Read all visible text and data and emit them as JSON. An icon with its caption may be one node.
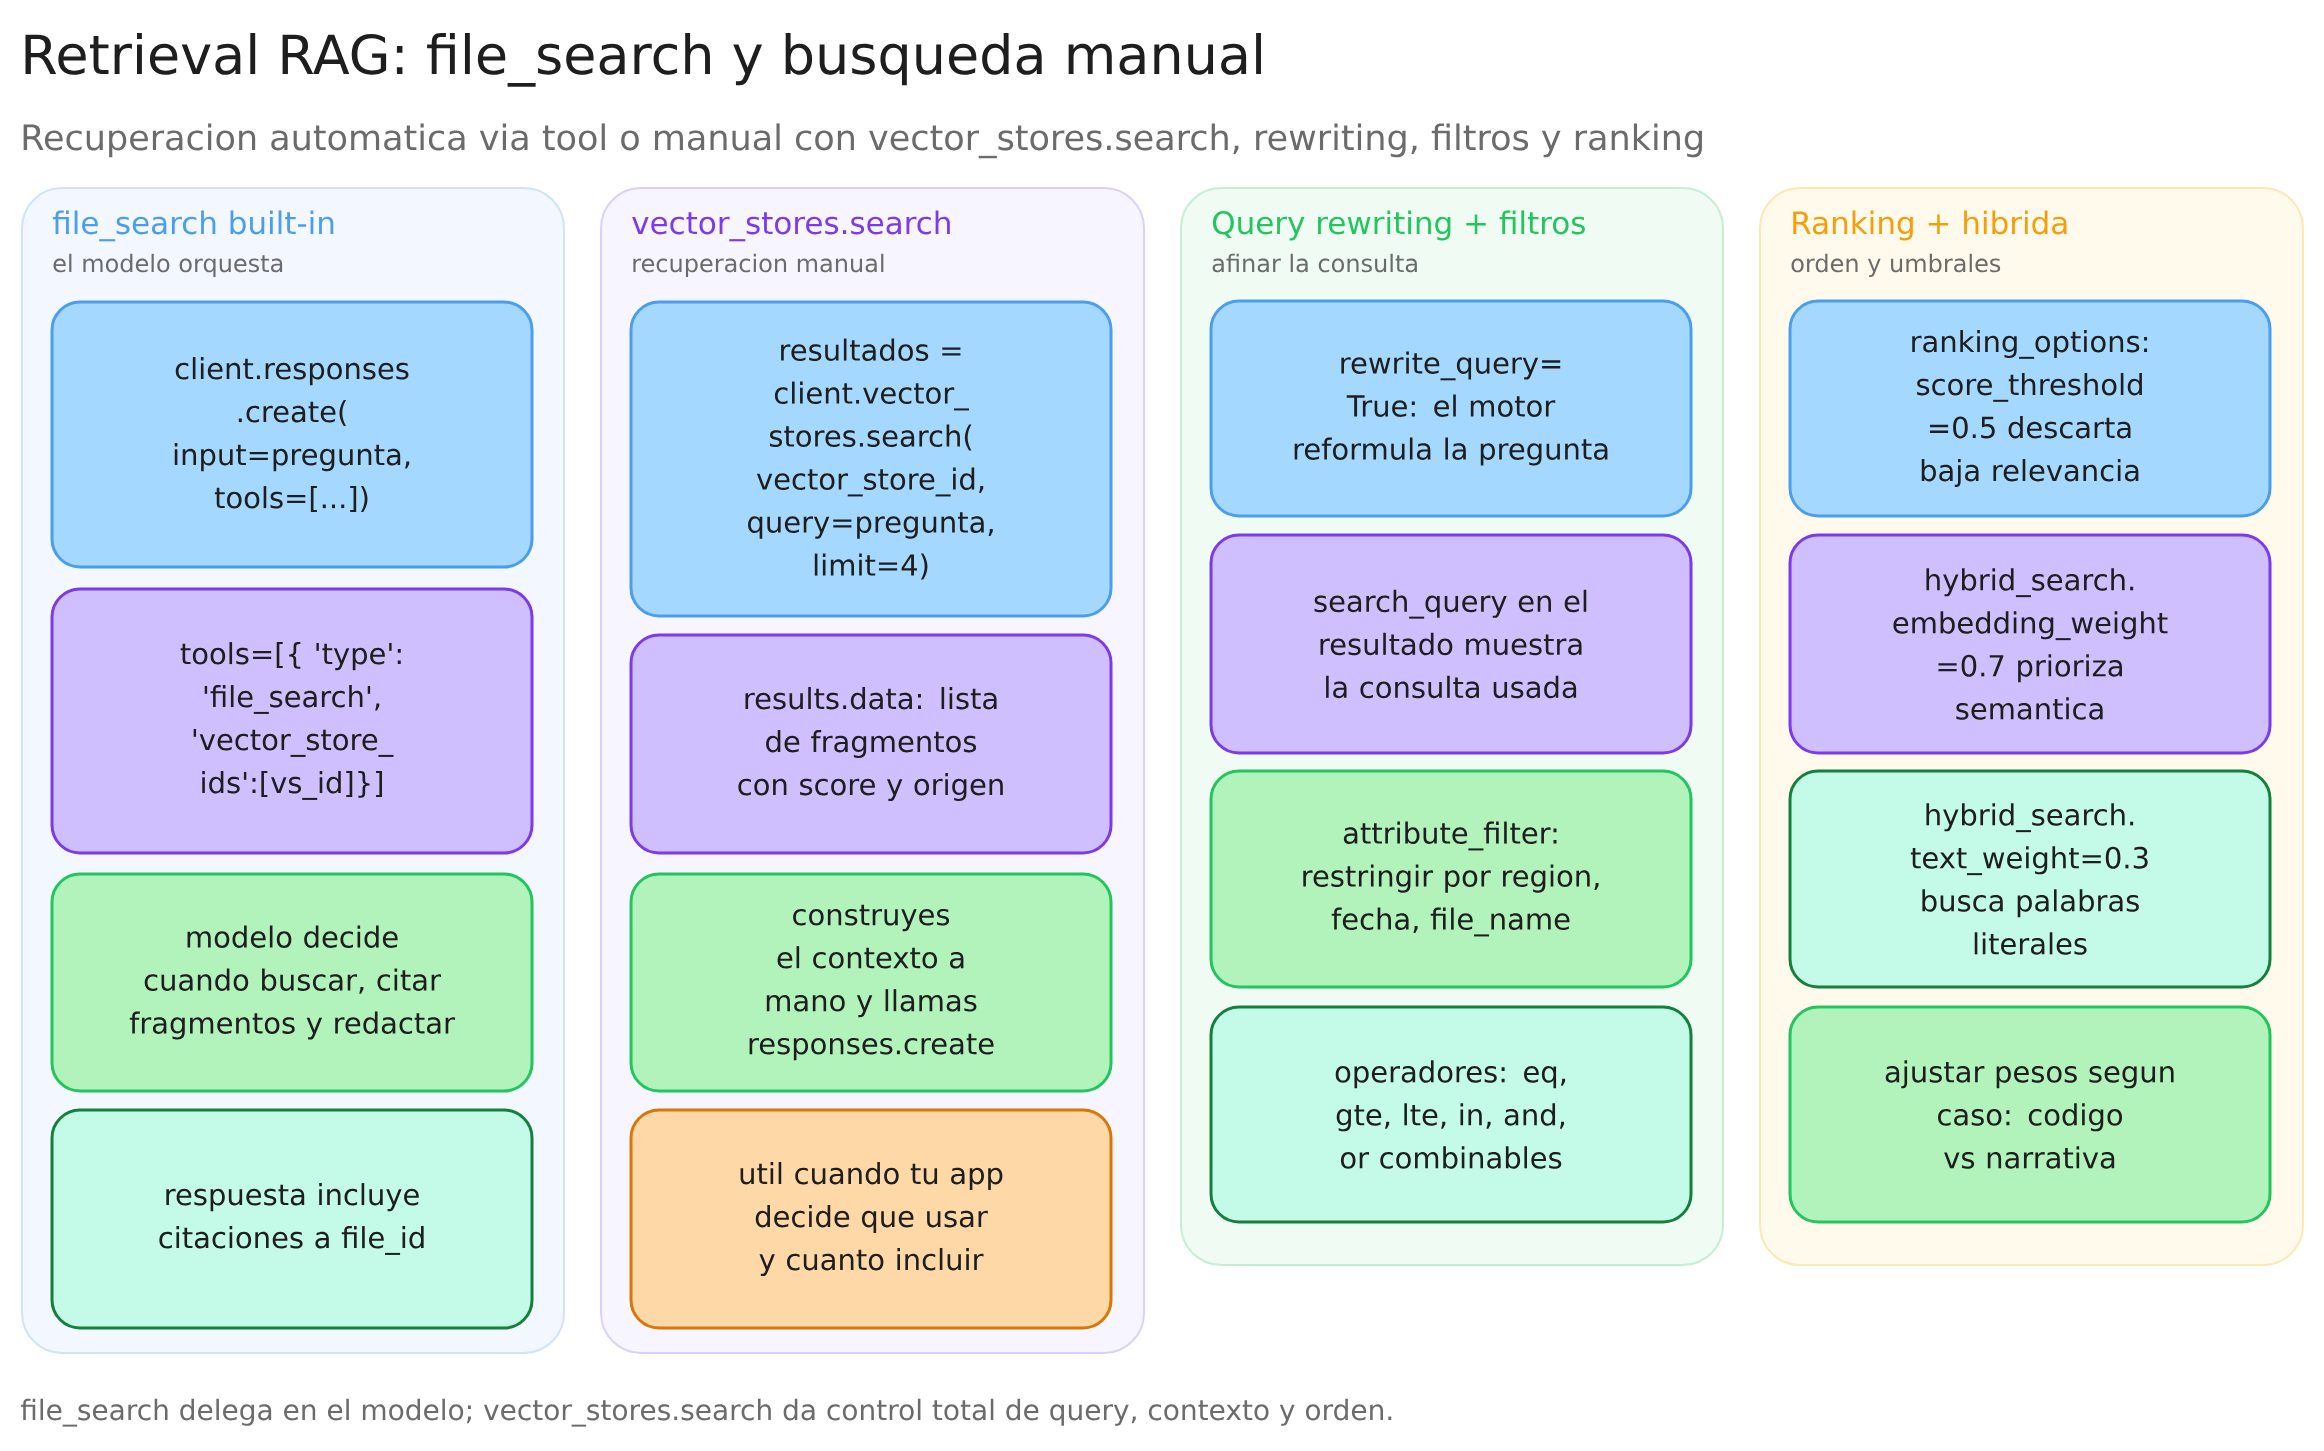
{
  "diagram": {
    "title": "Retrieval RAG: file_search y busqueda manual",
    "caption": "file_search delega en el modelo; vector_stores.search da control total de query, contexto y orden.",
    "nodes": [
      {
        "text": [
          "file_search built-in",
          "el modelo orquesta"
        ]
      },
      {
        "text": [
          "client.responses .create( input=pregunta, tools=[...])"
        ],
        "in": 0
      },
      {
        "text": [
          "tools=[{ 'type': 'file_search', 'vector_store_ ids':[vs_id]}]"
        ],
        "in": 0
      },
      {
        "text": [
          "modelo decide cuando buscar, citar fragmentos y redactar"
        ],
        "in": 0
      },
      {
        "text": [
          "respuesta incluye citaciones a file_id"
        ],
        "in": 0
      },
      {
        "text": [
          "vector_stores.search",
          "recuperacion manual"
        ]
      },
      {
        "text": [
          "resultados = client.vector_ stores.search( vector_store_id, query=pregunta, limit=4)"
        ],
        "in": 5
      },
      {
        "text": [
          "results.data: lista de fragmentos con score y origen"
        ],
        "in": 5
      },
      {
        "text": [
          "construyes el contexto a mano y llamas responses.create"
        ],
        "in": 5
      },
      {
        "text": [
          "util cuando tu app decide que usar y cuanto incluir"
        ],
        "in": 5
      },
      {
        "text": [
          "Query rewriting + filtros",
          "afinar la consulta"
        ]
      },
      {
        "text": [
          "rewrite_query= True: el motor reformula la pregunta"
        ],
        "in": 10
      },
      {
        "text": [
          "search_query en el resultado muestra la consulta usada"
        ],
        "in": 10
      },
      {
        "text": [
          "attribute_filter: restringir por region, fecha, file_name"
        ],
        "in": 10
      },
      {
        "text": [
          "operadores: eq, gte, lte, in, and, or combinables"
        ],
        "in": 10
      },
      {
        "text": [
          "Ranking + hibrida",
          "orden y umbrales"
        ]
      },
      {
        "text": [
          "ranking_options: score_threshold =0.5 descarta baja relevancia"
        ],
        "in": 15
      },
      {
        "text": [
          "hybrid_search. embedding_weight =0.7 prioriza semantica"
        ],
        "in": 15
      },
      {
        "text": [
          "hybrid_search. text_weight=0.3 busca palabras literales"
        ],
        "in": 15
      },
      {
        "text": [
          "ajustar pesos segun caso: codigo vs narrativa"
        ],
        "in": 15
      }
    ],
    "labels": [
      "Recuperacion automatica via tool o manual con vector_stores.search, rewriting, filtros y ranking"
    ]
  }
}
